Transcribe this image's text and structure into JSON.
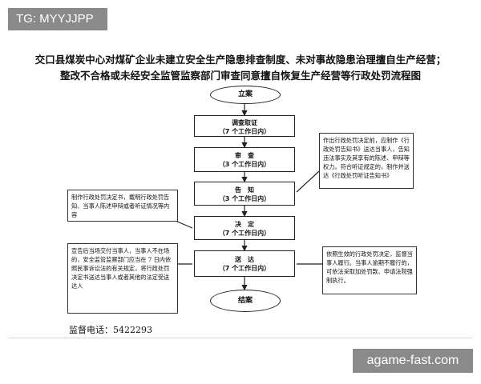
{
  "tag": "TG: MYYJJPP",
  "watermark": "agame-fast.com",
  "title_line1": "交口县煤炭中心对煤矿企业未建立安全生产隐患排查制度、未对事故隐患治理擅自生产经营；",
  "title_line2": "整改不合格或未经安全监管监察部门审查同意擅自恢复生产经营等行政处罚流程图",
  "steps": {
    "start": "立案",
    "investigate": {
      "label": "调查取证",
      "sub": "（7 个工作日内）"
    },
    "review": {
      "label": "审　查",
      "sub": "（3 个工作日内）"
    },
    "notify": {
      "label": "告　知",
      "sub": "（3 个工作日内）"
    },
    "decide": {
      "label": "决　定",
      "sub": "（7 个工作日内）"
    },
    "deliver": {
      "label": "送　达",
      "sub": "（7 个工作日内）"
    },
    "end": "结案"
  },
  "notes": {
    "notify_right": "作出行政处罚决定前，应制作《行政处罚告知书》送达当事人，告知违法事实及其享有的陈述、申辩等权力。符合听证规定的，制作并送达《行政处罚听证告知书》",
    "decide_left": "制作行政处罚决定书，载明行政处罚告知、当事人陈述申辩或者听证情况等内容",
    "deliver_left": "宣告后当场交付当事人，当事人不在场的，安全监管监察部门应当在 7 日内依照民事诉讼法的有关规定，将行政处罚决定书送达当事人或者其他的法定受送达人",
    "deliver_right": "依照生效的行政处罚决定，监督当事人履行。当事人逾期不履行的，可依法采取加处罚款、申请法院强制执行。"
  },
  "footer": "监督电话：5422293"
}
